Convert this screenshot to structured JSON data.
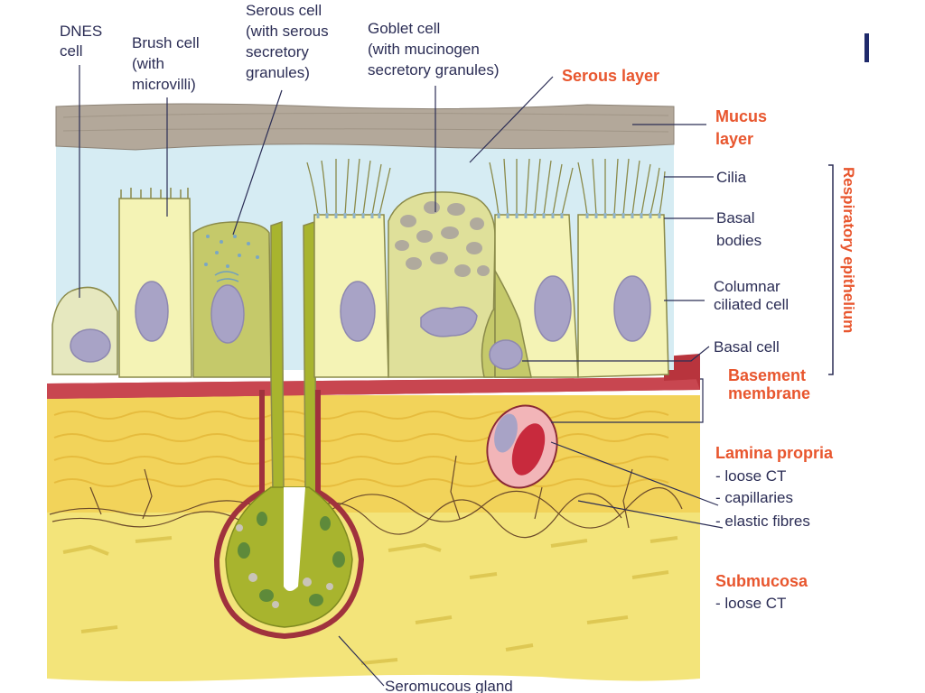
{
  "labels": {
    "dnes_cell": [
      "DNES",
      "cell"
    ],
    "brush_cell": [
      "Brush cell",
      "(with",
      "microvilli)"
    ],
    "serous_cell": [
      "Serous cell",
      "(with serous",
      "secretory",
      "granules)"
    ],
    "goblet_cell": [
      "Goblet cell",
      "(with mucinogen",
      "secretory granules)"
    ],
    "serous_layer": "Serous layer",
    "mucus_layer": [
      "Mucus",
      "layer"
    ],
    "cilia": "Cilia",
    "basal_bodies": [
      "Basal",
      "bodies"
    ],
    "columnar_ciliated_cell": [
      "Columnar",
      "ciliated cell"
    ],
    "basal_cell": "Basal cell",
    "basement_membrane": [
      "Basement",
      "membrane"
    ],
    "respiratory_epithelium": "Respiratory epithelium",
    "lamina_propria": "Lamina propria",
    "loose_ct_1": "- loose CT",
    "capillaries": "- capillaries",
    "elastic_fibres": "- elastic fibres",
    "submucosa": "Submucosa",
    "loose_ct_2": "- loose CT",
    "seromucous_gland": "Seromucous gland"
  },
  "colors": {
    "label_dark": "#2b2d55",
    "label_accent": "#e8562e",
    "mucus": "#b3a89a",
    "serous_fluid": "#d6ecf3",
    "cell_fill": "#f4f3b5",
    "nucleus": "#a8a3c6",
    "basement": "#b8343d",
    "lamina": "#f2d35a",
    "submucosa": "#f3e47a",
    "gland": "#a8b42e"
  }
}
